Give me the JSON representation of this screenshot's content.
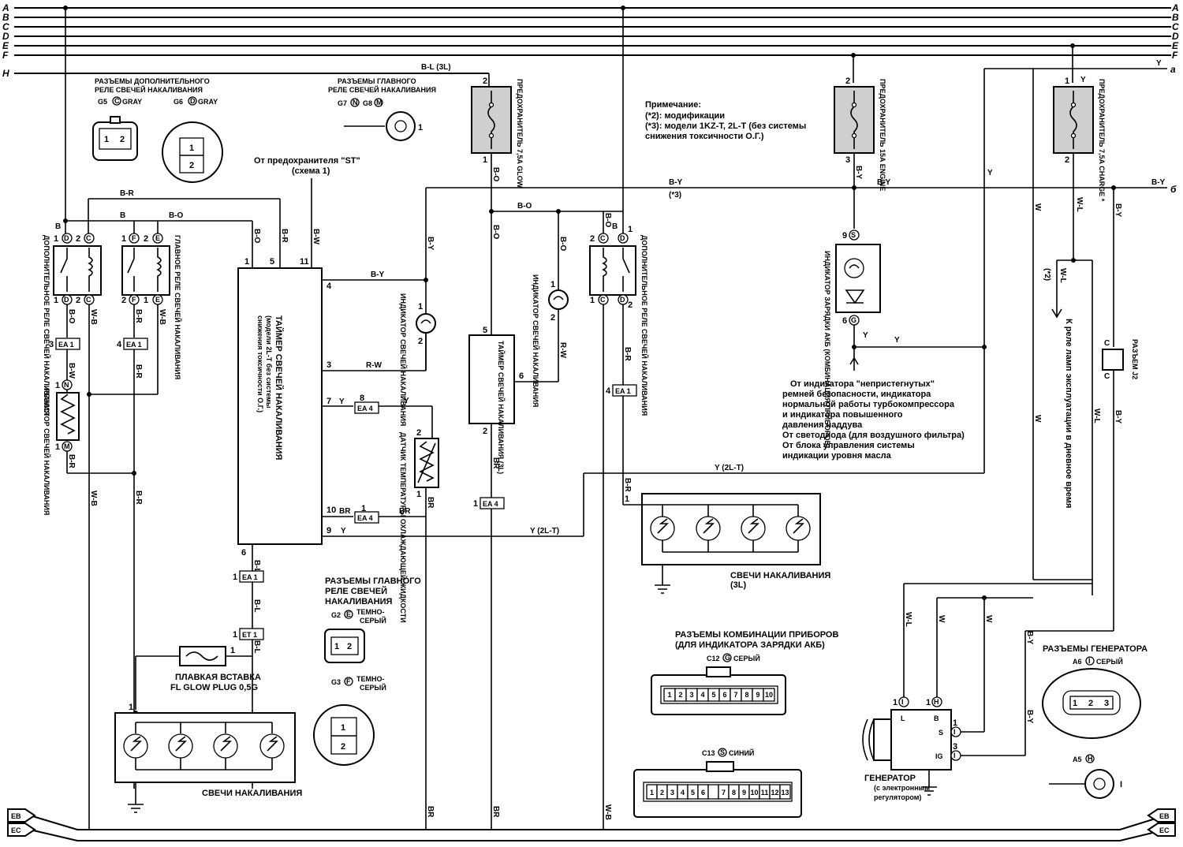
{
  "bus": {
    "labels": [
      "A",
      "B",
      "C",
      "D",
      "E",
      "F"
    ],
    "h_label": "H",
    "a_label": "а",
    "b_label": "б",
    "ground_labels": [
      "EB",
      "EC"
    ]
  },
  "wires": {
    "bl3l": "B-L (3L)",
    "y": "Y",
    "br": "B-R",
    "b": "B",
    "bo": "B-O",
    "by": "B-Y",
    "bw": "B-W",
    "wb": "W-B",
    "bl": "B-L",
    "rw": "R-W",
    "brn": "BR",
    "w": "W",
    "wl": "W-L",
    "y2lt": "Y (2L-T)",
    "note3": "(*3)",
    "note2": "(*2)"
  },
  "fuses": {
    "glow": "ПРЕДОХРАНИТЕЛЬ 7,5A GLOW",
    "engine": "ПРЕДОХРАНИТЕЛЬ 15A ENGINE",
    "charge": "ПРЕДОХРАНИТЕЛЬ 7,5A CHARGE *"
  },
  "connectors_top": {
    "aux_relay_title_1": "РАЗЪЕМЫ ДОПОЛНИТЕЛЬНОГО",
    "aux_relay_title_2": "РЕЛЕ СВЕЧЕЙ НАКАЛИВАНИЯ",
    "g5": "G5",
    "g5_letter": "C",
    "g5_color": "GRAY",
    "g6": "G6",
    "g6_letter": "D",
    "g6_color": "GRAY",
    "main_relay_title_1": "РАЗЪЕМЫ ГЛАВНОГО",
    "main_relay_title_2": "РЕЛЕ СВЕЧЕЙ НАКАЛИВАНИЯ",
    "g7": "G7",
    "g7_letter": "N",
    "g8": "G8",
    "g8_letter": "M"
  },
  "note": {
    "title": "Примечание:",
    "line1": "(*2): модификации",
    "line2": "(*3): модели 1KZ-T, 2L-T (без системы",
    "line3": "снижения токсичности О.Г.)"
  },
  "from_st_1": "От предохранителя \"ST\"",
  "from_st_2": "(схема 1)",
  "components": {
    "aux_relay": "ДОПОЛНИТЕЛЬНОЕ РЕЛЕ СВЕЧЕЙ НАКАЛИВАНИЯ",
    "main_relay": "ГЛАВНОЕ РЕЛЕ СВЕЧЕЙ НАКАЛИВАНИЯ",
    "resistor": "РЕЗИСТОР СВЕЧЕЙ НАКАЛИВАНИЯ",
    "timer_main_1": "ТАЙМЕР СВЕЧЕЙ НАКАЛИВАНИЯ",
    "timer_main_2": "(модели 2L-T без системы",
    "timer_main_3": "снижения токсичности О.Г.)",
    "indicator": "ИНДИКАТОР СВЕЧЕЙ НАКАЛИВАНИЯ",
    "timer_3l": "ТАЙМЕР СВЕЧЕЙ НАКАЛИВАНИЯ (3L)",
    "indicator2": "ИНДИКАТОР СВЕЧЕЙ НАКАЛИВАНИЯ",
    "aux_relay2": "ДОПОЛНИТЕЛЬНОЕ РЕЛЕ СВЕЧЕЙ НАКАЛИВАНИЯ",
    "coolant_sensor": "ДАТЧИК ТЕМПЕРАТУРЫ ОХЛАЖДАЮЩЕЙ ЖИДКОСТИ",
    "charge_indicator": "ИНДИКАТОР ЗАРЯДКИ АКБ (КОМБИНАЦИЯ ПРИБОРОВ)",
    "glow_plugs": "СВЕЧИ НАКАЛИВАНИЯ",
    "glow_plugs_3l": "СВЕЧИ НАКАЛИВАНИЯ",
    "glow_plugs_3l_sub": "(3L)",
    "fusible_1": "ПЛАВКАЯ ВСТАВКА",
    "fusible_2": "FL GLOW PLUG 0,5G",
    "day_lamp": "К реле ламп эксплуатации в дневное время",
    "j2": "РАЗЪЕМ J2",
    "generator_1": "ГЕНЕРАТОР",
    "generator_2": "(с электронным",
    "generator_3": "регулятором)"
  },
  "from_indicator": [
    "От индикатора \"непристегнутых\"",
    "ремней безопасности, индикатора",
    "нормальной работы турбокомпрессора",
    "и индикатора повышенного",
    "давления наддува",
    "От светодиода (для воздушного фильтра)",
    "От блока управления системы",
    "индикации уровня масла"
  ],
  "connectors_bottom": {
    "main_relay_title_1": "РАЗЪЕМЫ ГЛАВНОГО",
    "main_relay_title_2": "РЕЛЕ СВЕЧЕЙ",
    "main_relay_title_3": "НАКАЛИВАНИЯ",
    "g2": "G2",
    "g2_letter": "E",
    "g2_color_1": "ТЕМНО-",
    "g2_color_2": "СЕРЫЙ",
    "g3": "G3",
    "g3_letter": "F",
    "g3_color_1": "ТЕМНО-",
    "g3_color_2": "СЕРЫЙ",
    "combo_title_1": "РАЗЪЕМЫ КОМБИНАЦИИ ПРИБОРОВ",
    "combo_title_2": "(ДЛЯ ИНДИКАТОРА ЗАРЯДКИ АКБ)",
    "c12": "C12",
    "c12_letter": "G",
    "c12_color": "СЕРЫЙ",
    "c13": "C13",
    "c13_letter": "S",
    "c13_color": "СИНИЙ",
    "gen_title": "РАЗЪЕМЫ ГЕНЕРАТОРА",
    "a6": "A6",
    "a6_letter": "I",
    "a6_color": "СЕРЫЙ",
    "a5": "A5",
    "a5_letter": "H",
    "a5_pin": "I"
  },
  "c12_pins": [
    "1",
    "2",
    "3",
    "4",
    "5",
    "6",
    "7",
    "8",
    "9",
    "10"
  ],
  "c13_pins": [
    "1",
    "2",
    "3",
    "4",
    "5",
    "6",
    "",
    "7",
    "8",
    "9",
    "10",
    "11",
    "12",
    "13"
  ],
  "plugs": {
    "ea1": "EA 1",
    "ea4": "EA 4",
    "et1": "ET 1"
  },
  "generator_pins": {
    "l": "L",
    "b": "B",
    "s": "S",
    "ig": "IG"
  },
  "pin_numbers": [
    "1",
    "2",
    "3",
    "4",
    "5",
    "6",
    "7",
    "8",
    "9",
    "10",
    "11"
  ],
  "pin_letters": {
    "d": "D",
    "c": "C",
    "f": "F",
    "e": "E",
    "n": "N",
    "m": "M",
    "s": "S",
    "g": "G",
    "i": "I",
    "h": "H"
  }
}
